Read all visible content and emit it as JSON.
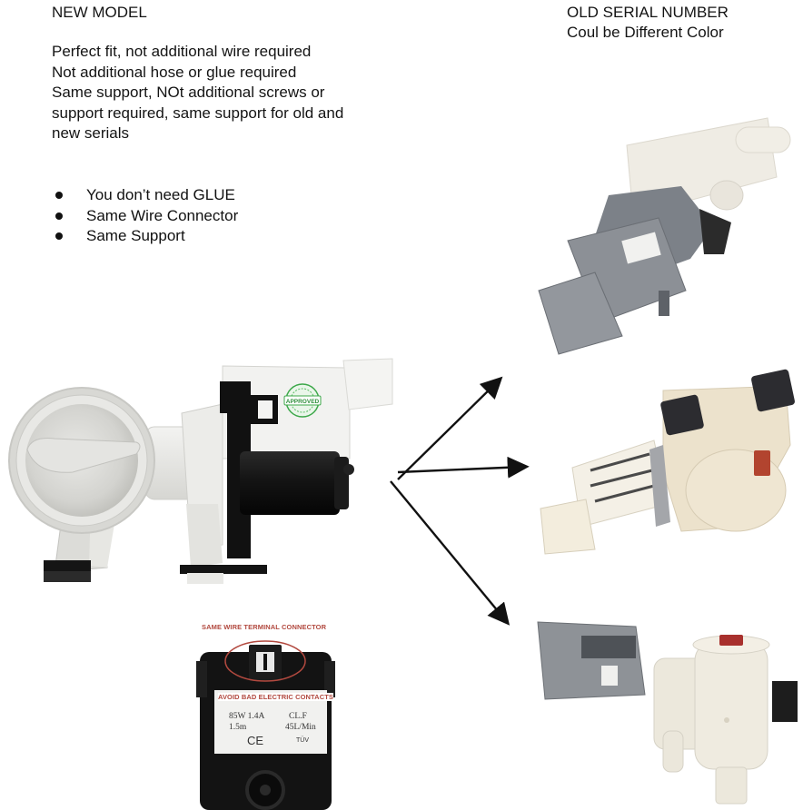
{
  "left_panel": {
    "title": "NEW MODEL",
    "description_lines": [
      "Perfect fit, not additional wire required",
      "Not additional hose or glue required",
      "Same support, NOt additional screws or",
      "support required, same support for old and",
      "new serials"
    ],
    "bullets": [
      "You don’t need GLUE",
      "Same Wire Connector",
      "Same Support"
    ],
    "main_product": {
      "description": "Washer drain pump, new model (white housing, black motor)",
      "badge": "APPROVED",
      "badge_color": "#3da84a"
    },
    "connector_inset": {
      "caption": "SAME WIRE TERMINAL CONNECTOR",
      "warning": "AVOID BAD ELECTRIC CONTACTS",
      "caption_color": "#b2493f",
      "label_specs": {
        "power": "85W 1.4A",
        "class": "CL.F",
        "length": "1.5m",
        "flow": "45L/Min",
        "marks": [
          "CE",
          "TÜV"
        ]
      }
    }
  },
  "right_panel": {
    "title": "OLD SERIAL NUMBER",
    "subtitle": "Coul be Different Color",
    "old_models": [
      {
        "description": "Old pump variant 1 - grey motor, white housing"
      },
      {
        "description": "Old pump variant 2 - cream housing, black and red clips"
      },
      {
        "description": "Old pump variant 3 - grey motor, cream filter housing with red cap"
      }
    ]
  },
  "arrows": {
    "count": 3,
    "color": "#111111",
    "from": "new model",
    "to": [
      "old model 1",
      "old model 2",
      "old model 3"
    ]
  }
}
